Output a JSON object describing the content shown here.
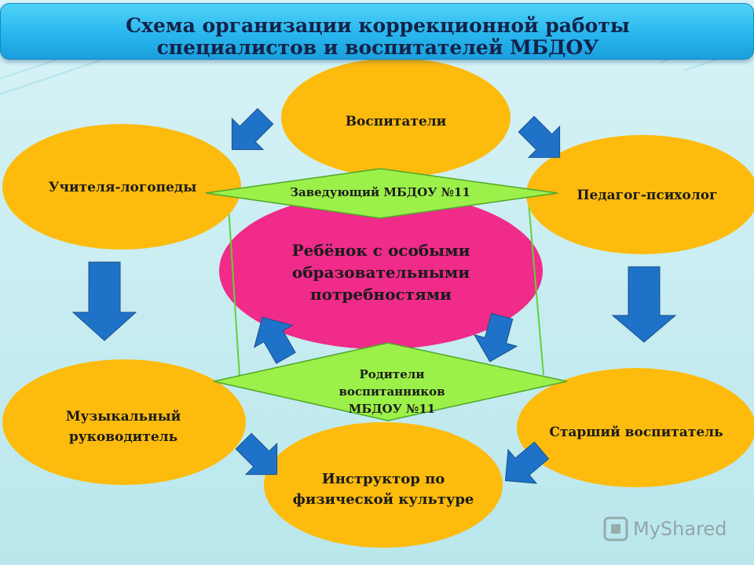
{
  "title": "Схема организации коррекционной работы специалистов и воспитателей МБДОУ",
  "nodes": {
    "educators": "Воспитатели",
    "speech_therapists": "Учителя-логопеды",
    "psychologist": "Педагог-психолог",
    "music_director": "Музыкальный руководитель",
    "senior_educator": "Старший воспитатель",
    "pe_instructor": "Инструктор по физической культуре",
    "center": "Ребёнок с особыми образовательными потребностями",
    "head": "Заведующий МБДОУ №11",
    "parents": "Родители воспитанников МБДОУ №11"
  },
  "watermark": "MyShared",
  "colors": {
    "background": "#c4ecef",
    "ellipse": "#fdbb0e",
    "center": "#f02b8a",
    "diamond": "#9cf04a",
    "arrow": "#1e73c8",
    "banner": "#29b6ee"
  }
}
